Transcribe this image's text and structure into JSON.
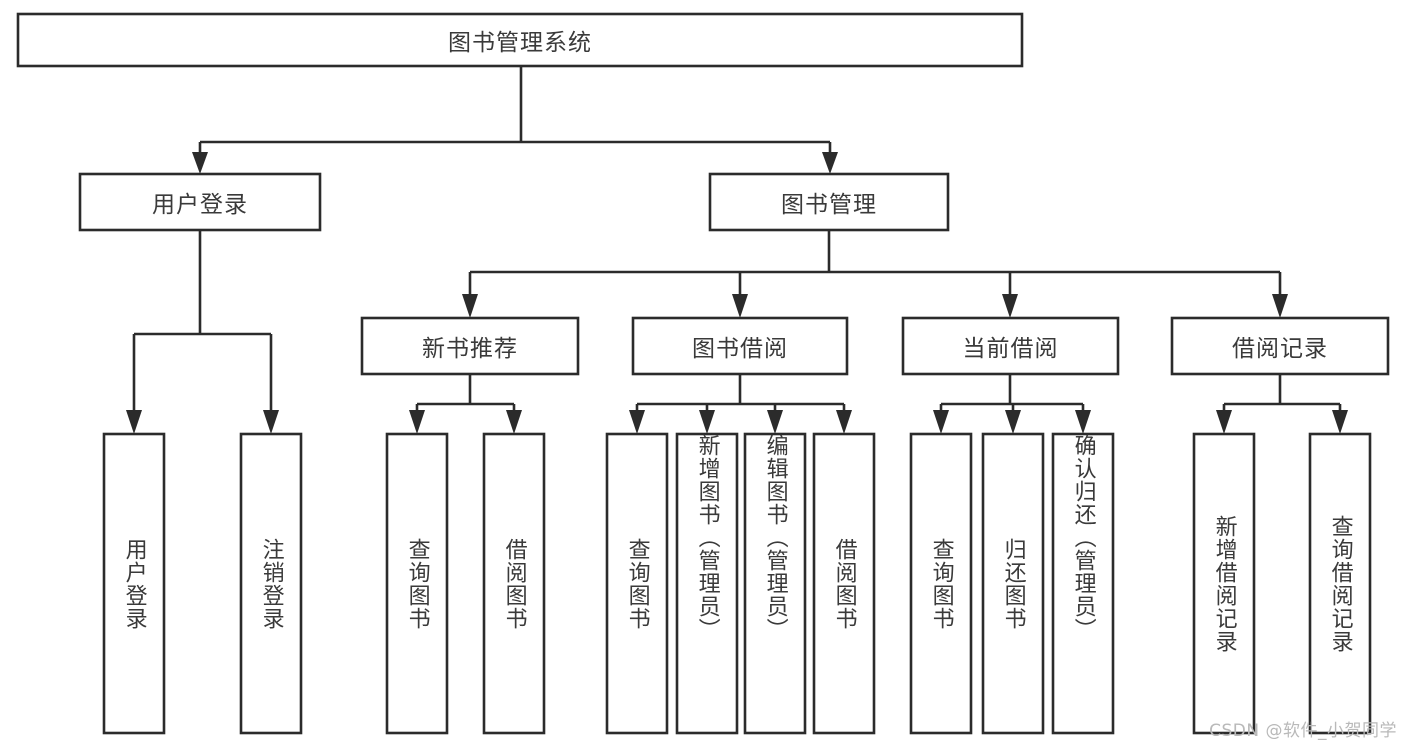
{
  "diagram": {
    "title": "图书管理系统",
    "type": "function-structure-tree",
    "root": {
      "id": "root",
      "label": "图书管理系统"
    },
    "level2": [
      {
        "id": "user-login",
        "label": "用户登录"
      },
      {
        "id": "book-manage",
        "label": "图书管理"
      }
    ],
    "level3": [
      {
        "id": "new-book-recommend",
        "label": "新书推荐",
        "parent": "book-manage"
      },
      {
        "id": "book-borrow",
        "label": "图书借阅",
        "parent": "book-manage"
      },
      {
        "id": "current-borrow",
        "label": "当前借阅",
        "parent": "book-manage"
      },
      {
        "id": "borrow-record",
        "label": "借阅记录",
        "parent": "book-manage"
      }
    ],
    "leaves": [
      {
        "id": "leaf-user-login",
        "label": "用户登录",
        "parent": "user-login"
      },
      {
        "id": "leaf-logout",
        "label": "注销登录",
        "parent": "user-login"
      },
      {
        "id": "leaf-query-book-1",
        "label": "查询图书",
        "parent": "new-book-recommend"
      },
      {
        "id": "leaf-borrow-book-1",
        "label": "借阅图书",
        "parent": "new-book-recommend"
      },
      {
        "id": "leaf-query-book-2",
        "label": "查询图书",
        "parent": "book-borrow"
      },
      {
        "id": "leaf-add-book",
        "label": "新增图书（管理员）",
        "parent": "book-borrow"
      },
      {
        "id": "leaf-edit-book",
        "label": "编辑图书（管理员）",
        "parent": "book-borrow"
      },
      {
        "id": "leaf-borrow-book-2",
        "label": "借阅图书",
        "parent": "book-borrow"
      },
      {
        "id": "leaf-query-book-3",
        "label": "查询图书",
        "parent": "current-borrow"
      },
      {
        "id": "leaf-return-book",
        "label": "归还图书",
        "parent": "current-borrow"
      },
      {
        "id": "leaf-confirm-return",
        "label": "确认归还（管理员）",
        "parent": "current-borrow"
      },
      {
        "id": "leaf-add-record",
        "label": "新增借阅记录",
        "parent": "borrow-record"
      },
      {
        "id": "leaf-query-record",
        "label": "查询借阅记录",
        "parent": "borrow-record"
      }
    ],
    "colors": {
      "background": "#ffffff",
      "box_fill": "#ffffff",
      "box_stroke": "#2b2b2b",
      "text": "#3a3a3a",
      "watermark": "#b9b9b9"
    }
  },
  "watermark": {
    "text": "CSDN @软件_小贺同学"
  }
}
